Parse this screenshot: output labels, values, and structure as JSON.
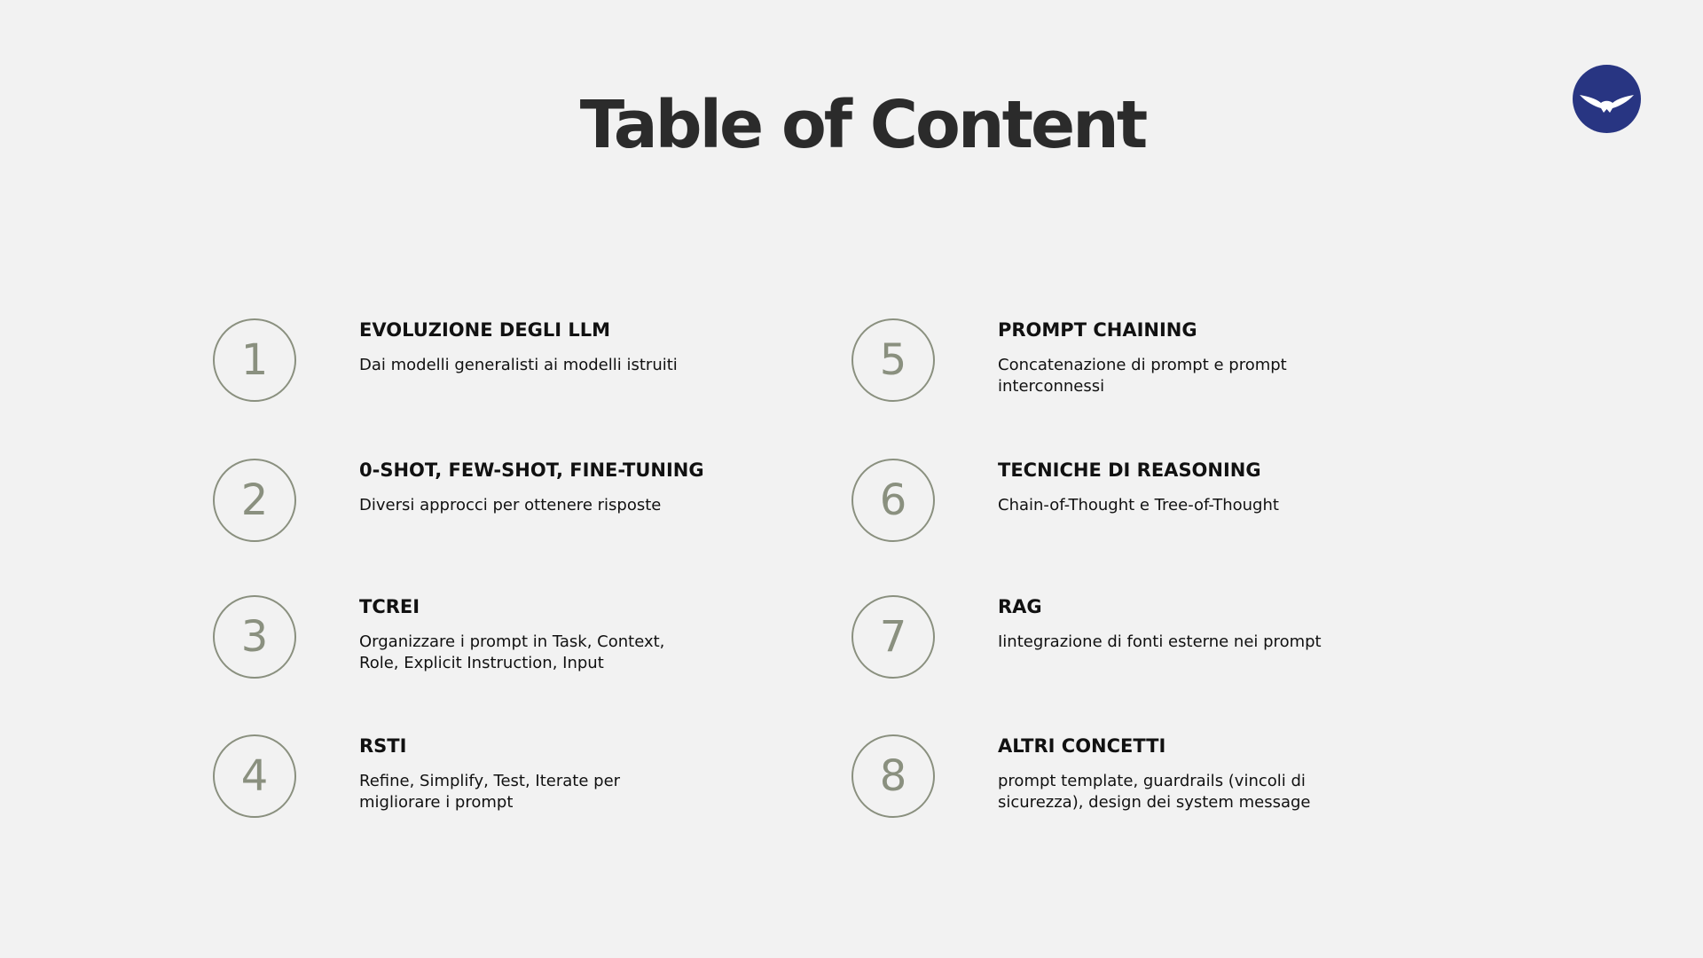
{
  "title": "Table of Content",
  "logo": {
    "icon": "bird-icon",
    "color": "#283582"
  },
  "accent_color": "#8a907f",
  "items": [
    {
      "number": "1",
      "title": "EVOLUZIONE DEGLI LLM",
      "description": "Dai modelli generalisti ai modelli istruiti"
    },
    {
      "number": "2",
      "title": "0-SHOT, FEW-SHOT, FINE-TUNING",
      "description": "Diversi approcci per ottenere risposte"
    },
    {
      "number": "3",
      "title": "TCREI",
      "description": "Organizzare i prompt in Task, Context, Role, Explicit Instruction, Input"
    },
    {
      "number": "4",
      "title": "RSTI",
      "description": "Refine, Simplify, Test, Iterate per migliorare i prompt"
    },
    {
      "number": "5",
      "title": "PROMPT CHAINING",
      "description": "Concatenazione di prompt e prompt interconnessi"
    },
    {
      "number": "6",
      "title": "TECNICHE DI REASONING",
      "description": "Chain-of-Thought e Tree-of-Thought"
    },
    {
      "number": "7",
      "title": "RAG",
      "description": "Iintegrazione di fonti esterne nei prompt"
    },
    {
      "number": "8",
      "title": "ALTRI CONCETTI",
      "description": "prompt template, guardrails (vincoli di sicurezza), design dei system message"
    }
  ]
}
